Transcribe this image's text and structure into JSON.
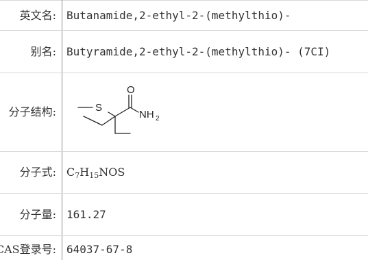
{
  "rows": {
    "english_name": {
      "label": "英文名:",
      "value": "Butanamide,2-ethyl-2-(methylthio)-"
    },
    "alias": {
      "label": "别名:",
      "value": "Butyramide,2-ethyl-2-(methylthio)- (7CI)"
    },
    "structure": {
      "label": "分子结构:",
      "atom_s": "S",
      "atom_o": "O",
      "atom_n": "NH",
      "atom_n_sub": "2"
    },
    "formula": {
      "label": "分子式:",
      "c": "C",
      "c_count": "7",
      "h": "H",
      "h_count": "15",
      "rest": "NOS"
    },
    "weight": {
      "label": "分子量:",
      "value": "161.27"
    },
    "cas": {
      "label": "CAS登录号:",
      "value": "64037-67-8"
    }
  },
  "colors": {
    "text": "#333333",
    "border": "#d8d8d8",
    "divider": "#8a8a8a"
  }
}
